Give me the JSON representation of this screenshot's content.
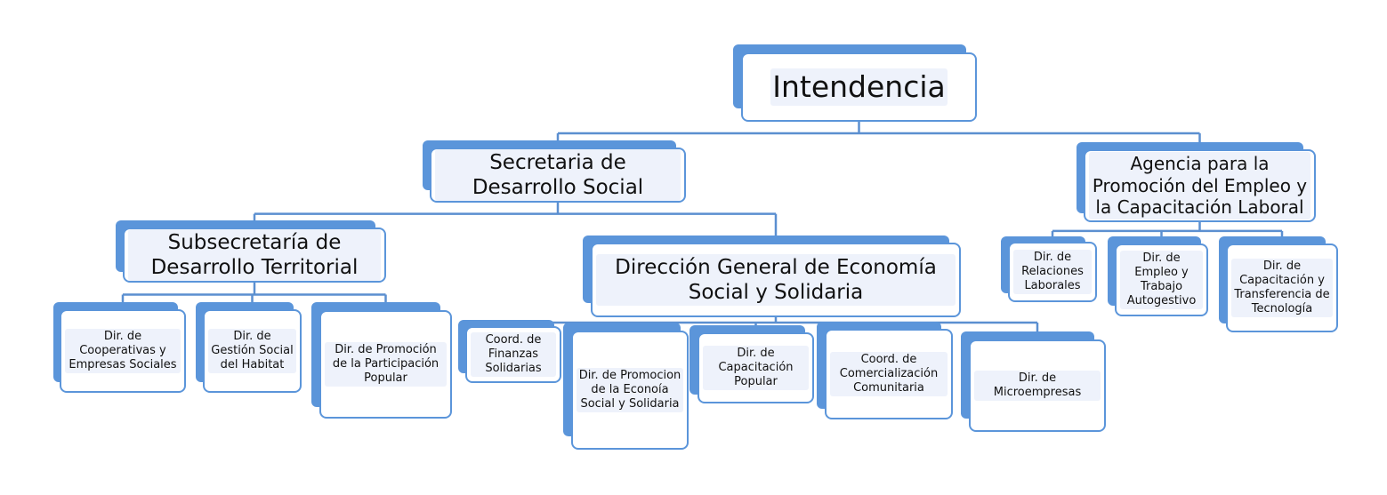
{
  "nodes": [
    {
      "id": "intendencia",
      "label": "Intendencia"
    },
    {
      "id": "secretaria",
      "label": "Secretaria de Desarrollo Social"
    },
    {
      "id": "agencia",
      "label": "Agencia para la Promoción del Empleo y la Capacitación Laboral"
    },
    {
      "id": "subsecretaria",
      "label": "Subsecretaría de Desarrollo Territorial"
    },
    {
      "id": "direccion-general",
      "label": "Dirección General de Economía Social y Solidaria"
    },
    {
      "id": "dir-cooperativas",
      "label": "Dir. de Cooperativas y Empresas Sociales"
    },
    {
      "id": "dir-gestion-habitat",
      "label": "Dir. de Gestión Social del Habitat"
    },
    {
      "id": "dir-promocion-participacion",
      "label": "Dir. de Promoción de la Participación Popular"
    },
    {
      "id": "coord-finanzas",
      "label": "Coord. de Finanzas Solidarias"
    },
    {
      "id": "dir-promocion-economia",
      "label": "Dir. de Promocion de la Econoía Social y Solidaria"
    },
    {
      "id": "dir-capacitacion-popular",
      "label": "Dir. de Capacitación Popular"
    },
    {
      "id": "coord-comercializacion",
      "label": "Coord. de Comercialización Comunitaria"
    },
    {
      "id": "dir-microempresas",
      "label": "Dir. de Microempresas"
    },
    {
      "id": "dir-relaciones-laborales",
      "label": "Dir. de Relaciones Laborales"
    },
    {
      "id": "dir-empleo-autogestivo",
      "label": "Dir. de Empleo y Trabajo Autogestivo"
    },
    {
      "id": "dir-capacitacion-tecnologia",
      "label": "Dir. de Capacitación y Transferencia de Tecnología"
    }
  ],
  "edges": [
    {
      "from": "intendencia",
      "to": "secretaria"
    },
    {
      "from": "intendencia",
      "to": "agencia"
    },
    {
      "from": "secretaria",
      "to": "subsecretaria"
    },
    {
      "from": "secretaria",
      "to": "direccion-general"
    },
    {
      "from": "subsecretaria",
      "to": "dir-cooperativas"
    },
    {
      "from": "subsecretaria",
      "to": "dir-gestion-habitat"
    },
    {
      "from": "subsecretaria",
      "to": "dir-promocion-participacion"
    },
    {
      "from": "direccion-general",
      "to": "coord-finanzas"
    },
    {
      "from": "direccion-general",
      "to": "dir-promocion-economia"
    },
    {
      "from": "direccion-general",
      "to": "dir-capacitacion-popular"
    },
    {
      "from": "direccion-general",
      "to": "coord-comercializacion"
    },
    {
      "from": "direccion-general",
      "to": "dir-microempresas"
    },
    {
      "from": "agencia",
      "to": "dir-relaciones-laborales"
    },
    {
      "from": "agencia",
      "to": "dir-empleo-autogestivo"
    },
    {
      "from": "agencia",
      "to": "dir-capacitacion-tecnologia"
    }
  ]
}
